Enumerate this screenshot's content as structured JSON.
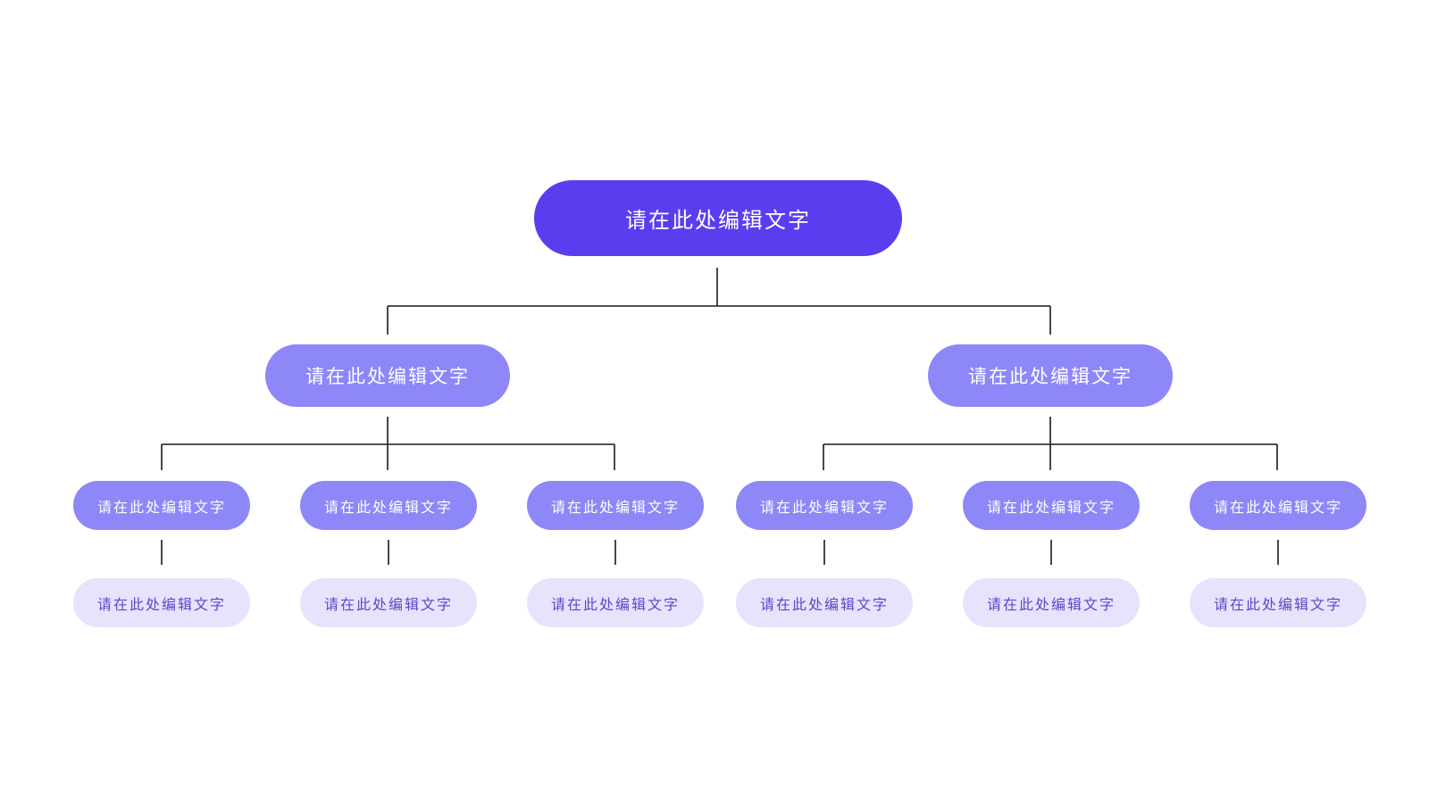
{
  "colors": {
    "root_fill": "#5b3df0",
    "mid_fill": "#8e87f7",
    "l3_fill": "#8e87f7",
    "l4_fill": "#e6e3fd",
    "l4_text": "#5a48c8",
    "connector": "#1a1a1a"
  },
  "tree": {
    "root": {
      "label": "请在此处编辑文字"
    },
    "branches": [
      {
        "label": "请在此处编辑文字",
        "children": [
          {
            "label": "请在此处编辑文字",
            "leaf": {
              "label": "请在此处编辑文字"
            }
          },
          {
            "label": "请在此处编辑文字",
            "leaf": {
              "label": "请在此处编辑文字"
            }
          },
          {
            "label": "请在此处编辑文字",
            "leaf": {
              "label": "请在此处编辑文字"
            }
          }
        ]
      },
      {
        "label": "请在此处编辑文字",
        "children": [
          {
            "label": "请在此处编辑文字",
            "leaf": {
              "label": "请在此处编辑文字"
            }
          },
          {
            "label": "请在此处编辑文字",
            "leaf": {
              "label": "请在此处编辑文字"
            }
          },
          {
            "label": "请在此处编辑文字",
            "leaf": {
              "label": "请在此处编辑文字"
            }
          }
        ]
      }
    ]
  }
}
